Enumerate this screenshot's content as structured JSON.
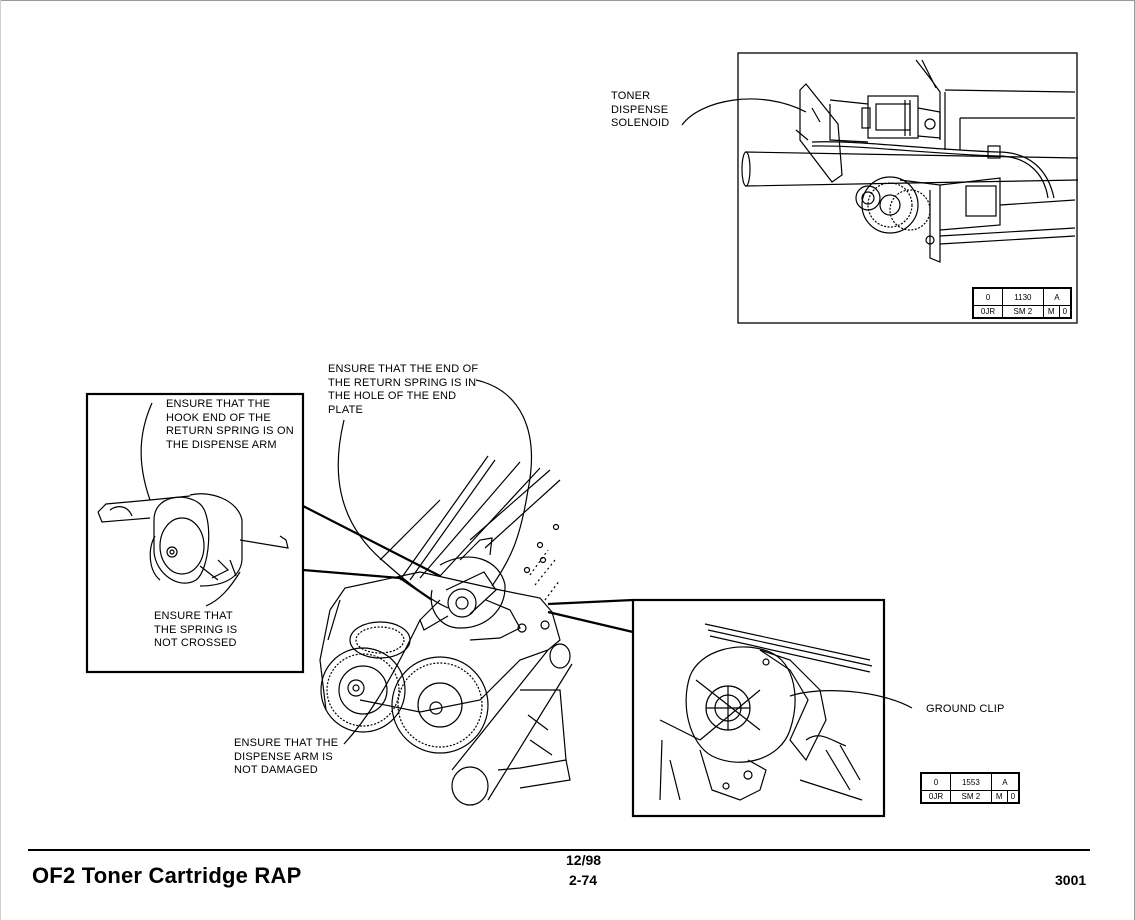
{
  "callouts": {
    "toner_dispense_solenoid": "TONER\nDISPENSE\nSOLENOID",
    "return_spring_end_plate": "ENSURE THAT THE END OF\nTHE RETURN SPRING IS IN\nTHE HOLE OF THE END\nPLATE",
    "hook_end_spring": "ENSURE THAT THE\nHOOK END OF THE\nRETURN SPRING IS ON\nTHE DISPENSE ARM",
    "spring_not_crossed": "ENSURE THAT\nTHE SPRING IS\nNOT CROSSED",
    "dispense_arm_not_damaged": "ENSURE THAT THE\nDISPENSE ARM IS\nNOT DAMAGED",
    "ground_clip": "GROUND CLIP"
  },
  "ref_top": {
    "r1c1": "0",
    "r1c2": "1130",
    "r1c3": "A",
    "r2c1": "0JR",
    "r2c2": "SM 2",
    "r2c3": "M",
    "r2c4": "0"
  },
  "ref_bottom": {
    "r1c1": "0",
    "r1c2": "1553",
    "r1c3": "A",
    "r2c1": "0JR",
    "r2c2": "SM 2",
    "r2c3": "M",
    "r2c4": "0"
  },
  "footer": {
    "title": "OF2 Toner Cartridge  RAP",
    "date": "12/98",
    "page": "2-74",
    "code": "3001"
  }
}
